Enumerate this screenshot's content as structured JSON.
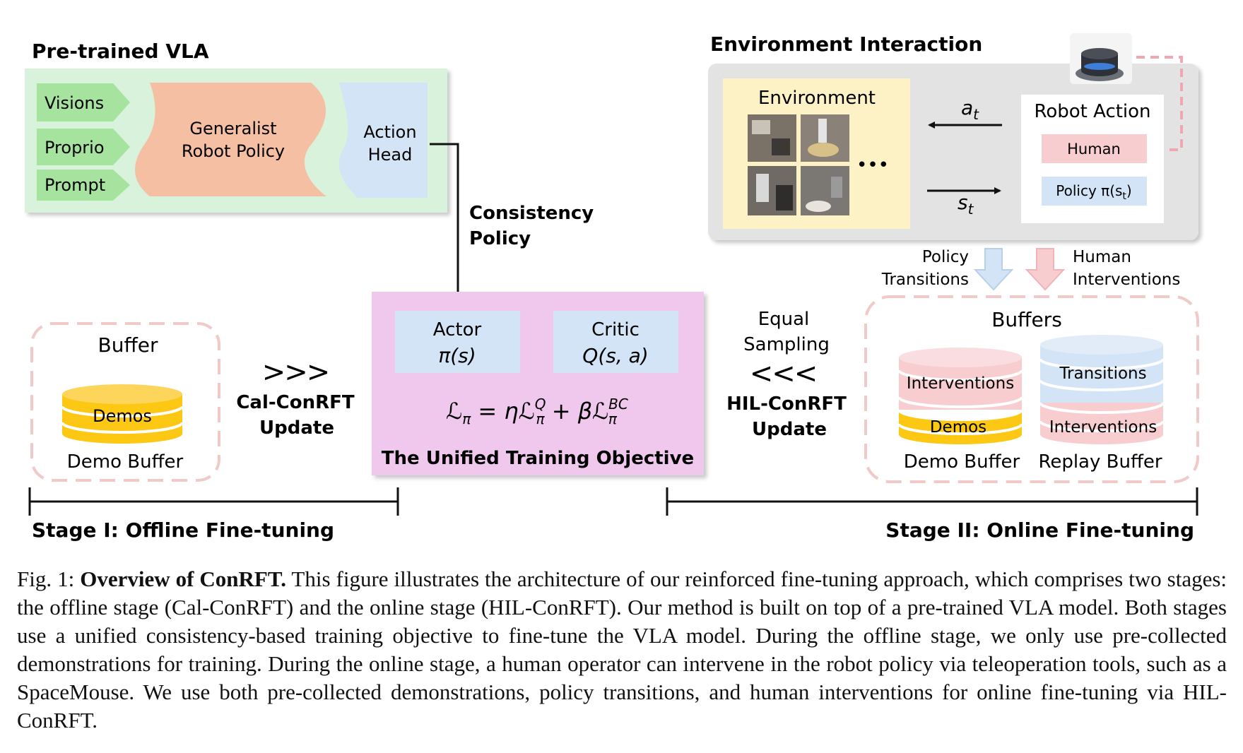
{
  "pretrained": {
    "title": "Pre-trained VLA",
    "inputs": [
      "Visions",
      "Proprio",
      "Prompt"
    ],
    "policy": [
      "Generalist",
      "Robot Policy"
    ],
    "head": [
      "Action",
      "Head"
    ]
  },
  "consistency_policy": [
    "Consistency",
    "Policy"
  ],
  "stage1": {
    "buffer_title": "Buffer",
    "demos": "Demos",
    "demo_buffer": "Demo Buffer",
    "arrows": ">>>",
    "update": [
      "Cal-ConRFT",
      "Update"
    ],
    "label": "Stage I: Offline Fine-tuning"
  },
  "objective": {
    "actor": [
      "Actor",
      "π(s)"
    ],
    "critic": [
      "Critic",
      "Q(s, a)"
    ],
    "formula": {
      "lhs": "ℒ",
      "lhs_sub": "π",
      "eq": " = η",
      "l1": "ℒ",
      "l1_sup": "Q",
      "l1_sub": "π",
      "plus": " + β",
      "l2": "ℒ",
      "l2_sup": "BC",
      "l2_sub": "π"
    },
    "title": "The Unified Training Objective"
  },
  "env": {
    "title": "Environment Interaction",
    "environment": "Environment",
    "dots": "•••",
    "action_sym": "a",
    "action_sub": "t",
    "state_sym": "s",
    "state_sub": "t",
    "robot_action": "Robot Action",
    "human": "Human",
    "policy": "Policy π(s",
    "policy_sub": "t",
    "policy_close": ")"
  },
  "flows": {
    "policy_transitions": [
      "Policy",
      "Transitions"
    ],
    "human_interventions": [
      "Human",
      "Interventions"
    ]
  },
  "stage2": {
    "equal_sampling": [
      "Equal",
      "Sampling"
    ],
    "arrows": "<<<",
    "update": [
      "HIL-ConRFT",
      "Update"
    ],
    "buffers_title": "Buffers",
    "demo_labels": [
      "Interventions",
      "Demos"
    ],
    "replay_labels": [
      "Transitions",
      "Interventions"
    ],
    "demo_buffer": "Demo Buffer",
    "replay_buffer": "Replay Buffer",
    "label": "Stage II: Online Fine-tuning"
  },
  "caption": {
    "prefix": "Fig. 1: ",
    "title": "Overview of ConRFT.",
    "body": " This figure illustrates the architecture of our reinforced fine-tuning approach, which comprises two stages: the offline stage (Cal-ConRFT) and the online stage (HIL-ConRFT). Our method is built on top of a pre-trained VLA model. Both stages use a unified consistency-based training objective to fine-tune the VLA model. During the offline stage, we only use pre-collected demonstrations for training. During the online stage, a human operator can intervene in the robot policy via teleoperation tools, such as a SpaceMouse. We use both pre-collected demonstrations, policy transitions, and human interventions for online fine-tuning via HIL-ConRFT."
  },
  "colors": {
    "green_panel": "#d8f2dc",
    "green_input": "#a6e39e",
    "orange_policy": "#f5bfa4",
    "blue_head": "#d3e4f6",
    "pink_objective": "#f0c8ee",
    "yellow_env": "#fdf2c6",
    "gray_env": "#e3e3e3",
    "pink_human": "#f8cdd0",
    "gold_demo": "#fcc814",
    "dashed_border": "#f0c9c9"
  }
}
